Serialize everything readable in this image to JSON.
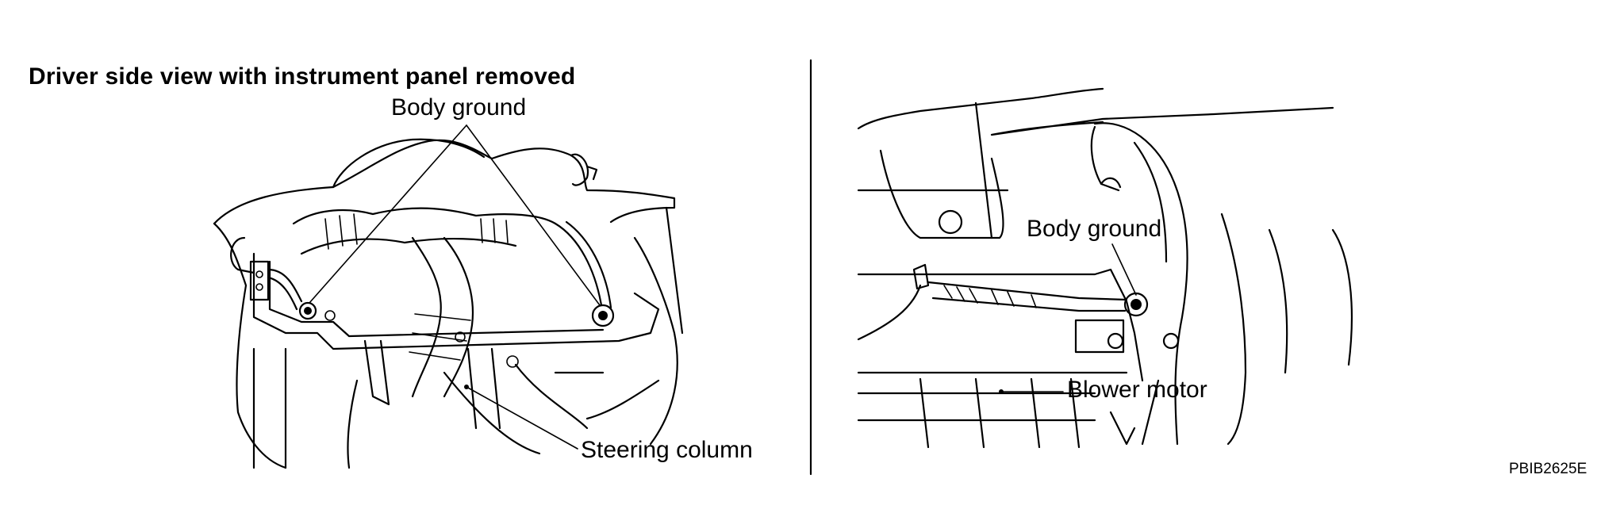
{
  "figure": {
    "left_panel": {
      "heading": "Driver side view with instrument panel removed",
      "callouts": {
        "body_ground": "Body ground",
        "steering_column": "Steering column"
      }
    },
    "right_panel": {
      "callouts": {
        "body_ground": "Body ground",
        "blower_motor": "Blower motor"
      }
    },
    "reference_code": "PBIB2625E"
  },
  "colors": {
    "line": "#000000",
    "background": "#ffffff"
  }
}
